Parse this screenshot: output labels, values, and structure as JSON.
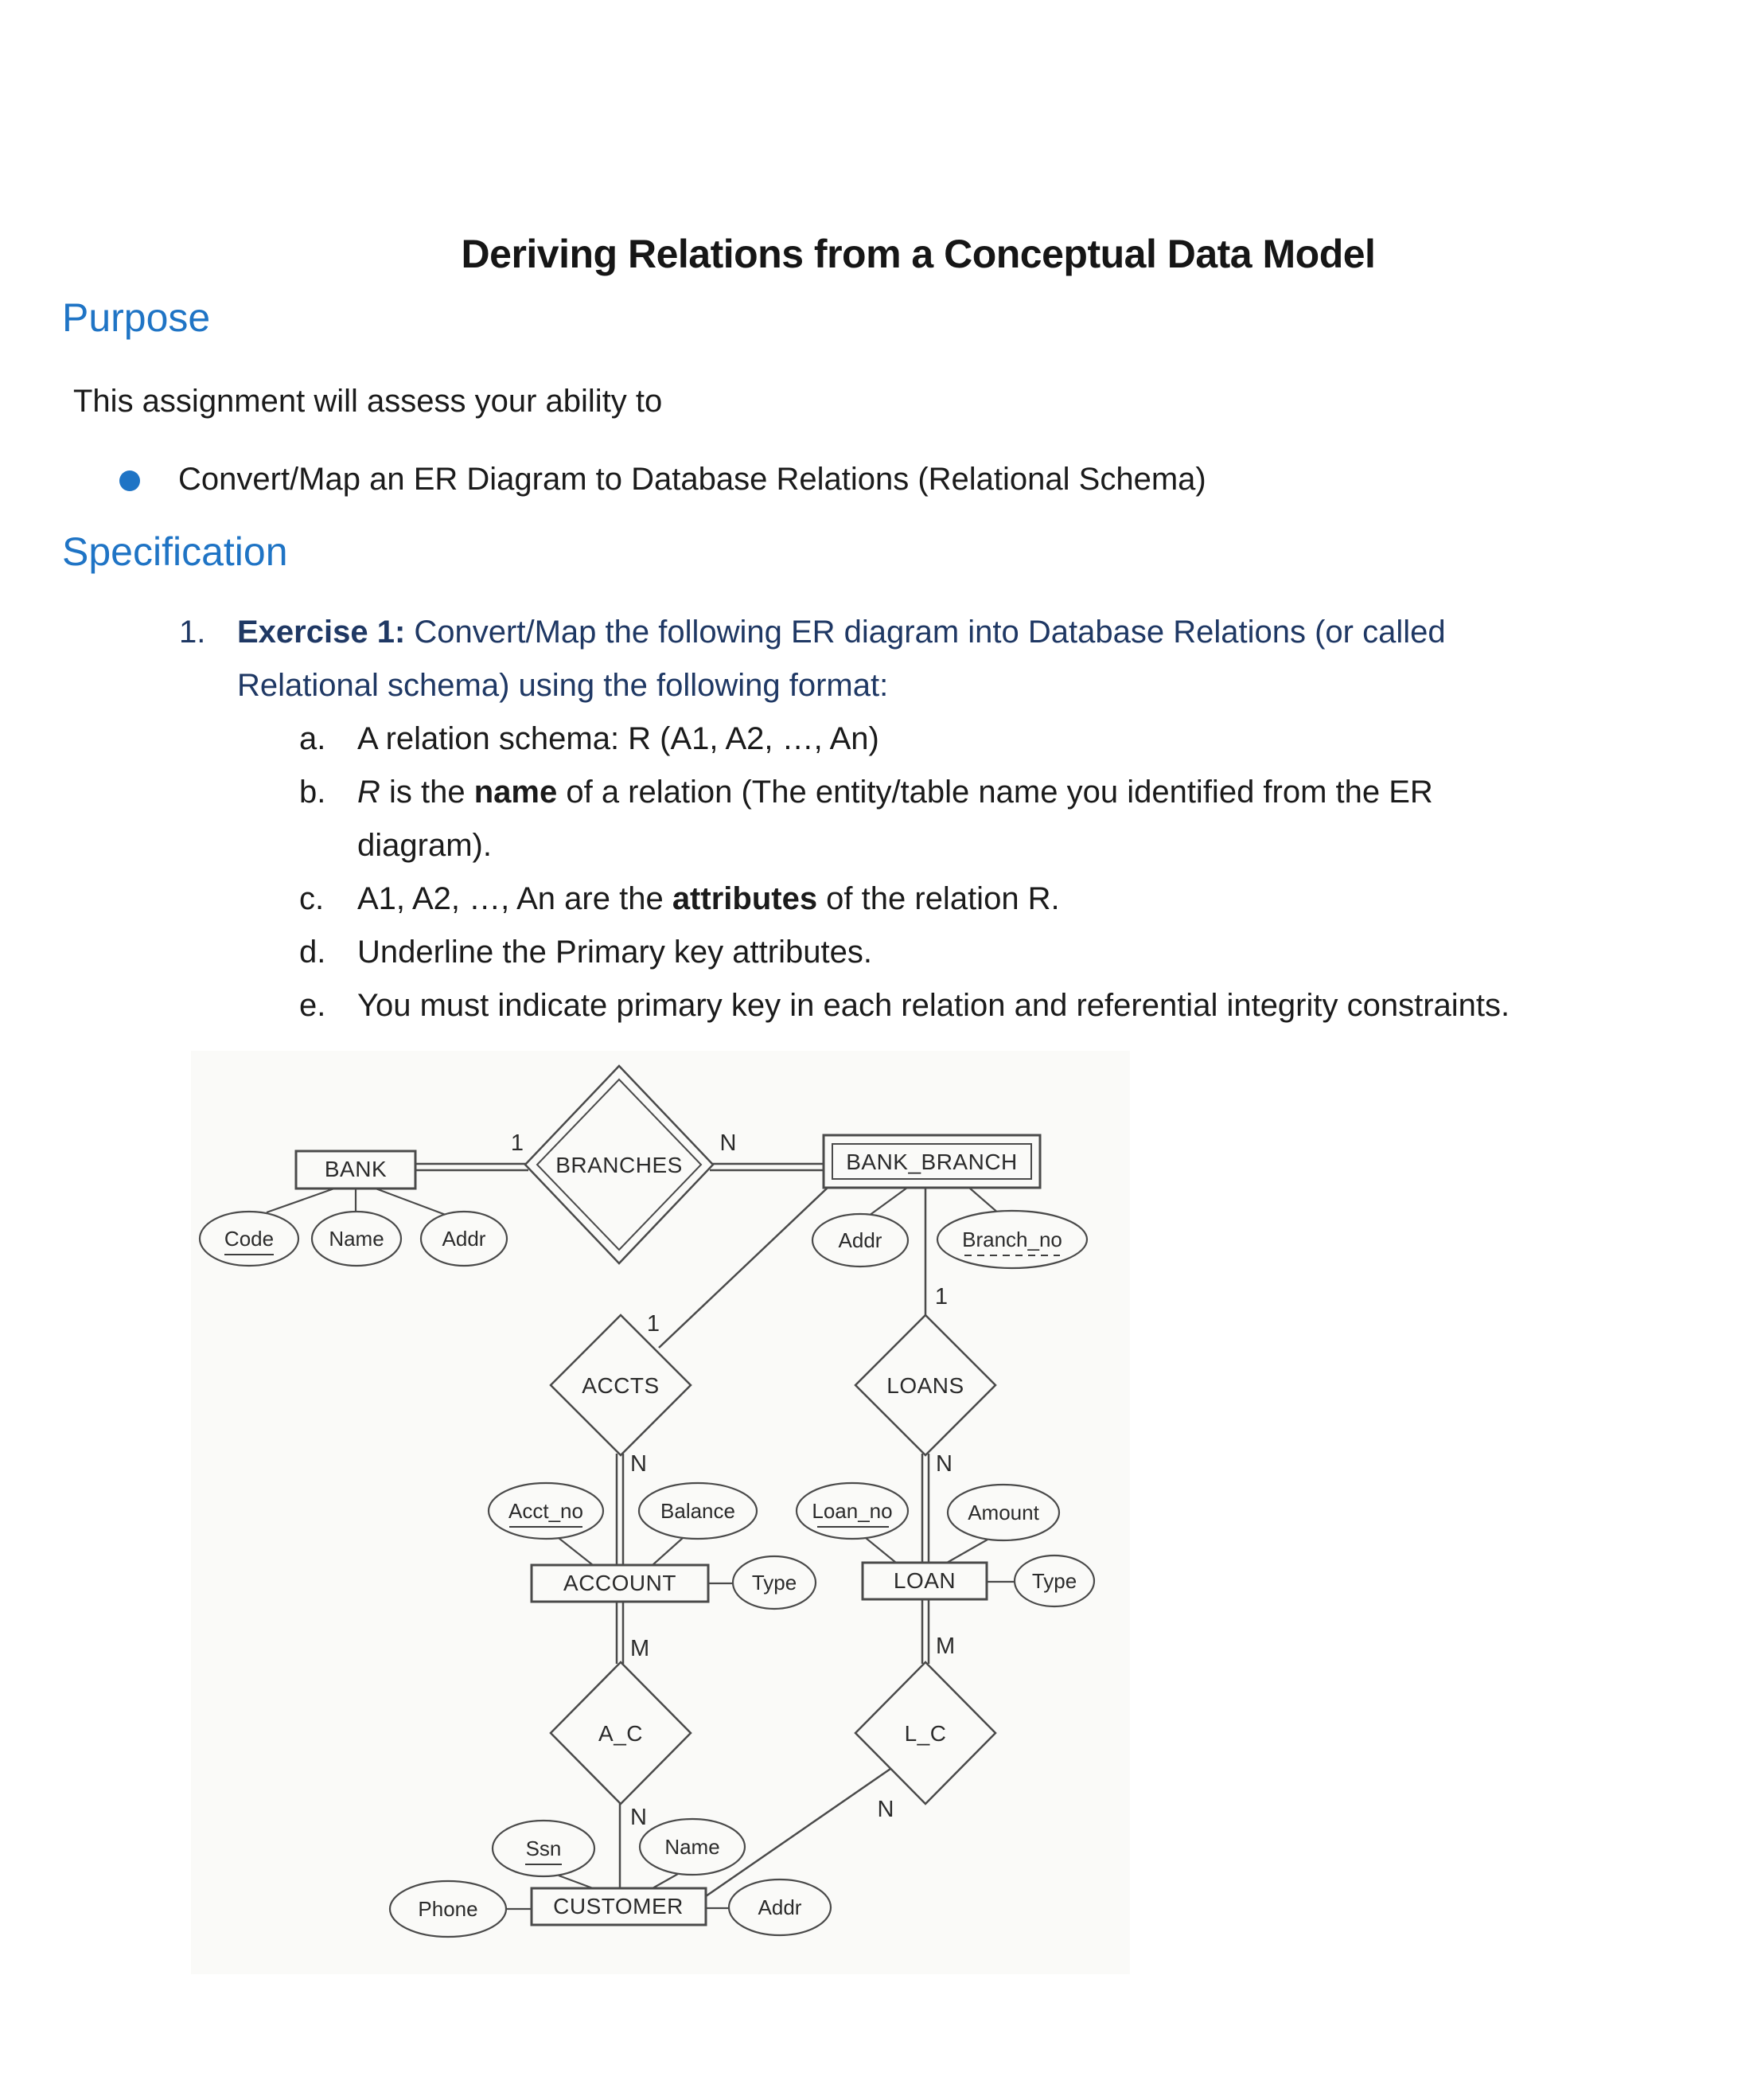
{
  "document": {
    "title": "Deriving Relations from a Conceptual Data Model"
  },
  "purpose": {
    "heading": "Purpose",
    "intro": "This assignment will assess your ability to",
    "bullet": "Convert/Map an ER Diagram to Database Relations (Relational Schema)"
  },
  "spec": {
    "heading": "Specification",
    "number": "1.",
    "exercise_label": "Exercise 1:",
    "exercise_rest": " Convert/Map the following ER diagram into Database Relations (or called",
    "exercise_line2": "Relational schema) using the following format:",
    "items": {
      "a": {
        "letter": "a.",
        "text": "A relation schema: R (A1, A2, …, An)"
      },
      "b": {
        "letter": "b.",
        "r": "R",
        "t1": " is the ",
        "b": "name",
        "t2": " of a relation (The entity/table name you identified from the ER",
        "line2": "diagram)."
      },
      "c": {
        "letter": "c.",
        "t1": "A1, A2, …, An are the ",
        "b": "attributes",
        "t2": " of the relation R."
      },
      "d": {
        "letter": "d.",
        "text": "Underline the Primary key attributes."
      },
      "e": {
        "letter": "e.",
        "text": "You must indicate primary key in each relation and referential integrity constraints."
      }
    }
  },
  "colors": {
    "heading_blue": "#1F74C5",
    "exercise_navy": "#1F3864",
    "body_text": "#1B1B1B",
    "diagram_line": "#4A4A4A",
    "diagram_text": "#2B2B2B",
    "scan_background": "#FAFAF8"
  },
  "diagram": {
    "entities": {
      "bank": "BANK",
      "bank_branch": "BANK_BRANCH",
      "account": "ACCOUNT",
      "loan": "LOAN",
      "customer": "CUSTOMER"
    },
    "relationships": {
      "branches": "BRANCHES",
      "accts": "ACCTS",
      "loans": "LOANS",
      "a_c": "A_C",
      "l_c": "L_C"
    },
    "attributes": {
      "bank_code": "Code",
      "bank_name": "Name",
      "bank_addr": "Addr",
      "branch_addr": "Addr",
      "branch_no": "Branch_no",
      "acct_no": "Acct_no",
      "balance": "Balance",
      "account_type": "Type",
      "loan_no": "Loan_no",
      "amount": "Amount",
      "loan_type": "Type",
      "ssn": "Ssn",
      "cust_name": "Name",
      "phone": "Phone",
      "cust_addr": "Addr"
    },
    "cardinalities": {
      "bank_1": "1",
      "branch_n": "N",
      "accts_1": "1",
      "loans_1": "1",
      "accts_n": "N",
      "loans_n": "N",
      "account_m": "M",
      "loan_m": "M",
      "ac_n": "N",
      "lc_n": "N"
    }
  }
}
